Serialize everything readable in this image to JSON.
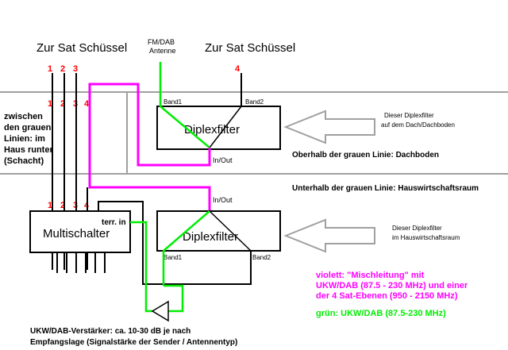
{
  "colors": {
    "number_red": "#ff0000",
    "violet_line": "#ff00ff",
    "green_line": "#00ee00",
    "grey_line": "#a0a0a0",
    "black": "#000000"
  },
  "top_labels": {
    "sat_dish_left": "Zur Sat Schüssel",
    "sat_dish_right": "Zur Sat Schüssel",
    "fm_dab_line1": "FM/DAB",
    "fm_dab_line2": "Antenne"
  },
  "cable_numbers": {
    "top_row": [
      "1",
      "2",
      "3"
    ],
    "right_top": "4",
    "middle_row": [
      "1",
      "2",
      "3",
      "4"
    ],
    "lower_row": [
      "1",
      "2",
      "3",
      "4"
    ]
  },
  "left_note": {
    "lines": [
      "zwischen",
      "den grauen",
      "Linien: im",
      "Haus runter",
      "(Schacht)"
    ]
  },
  "upper_diplexfilter": {
    "title": "Diplexfilter",
    "band1": "Band1",
    "band2": "Band2",
    "in_out": "In/Out"
  },
  "lower_diplexfilter": {
    "title": "Diplexfilter",
    "band1": "Band1",
    "band2": "Band2",
    "in_out": "In/Out"
  },
  "upper_note": {
    "lines": [
      "Dieser Diplexfilter",
      "auf dem Dach/Dachboden"
    ]
  },
  "lower_note": {
    "lines": [
      "Dieser Diplexfilter",
      "im Hauswirtschaftsraum"
    ]
  },
  "zone_labels": {
    "above": "Oberhalb der grauen Linie: Dachboden",
    "below": "Unterhalb der grauen Linie: Hauswirtschaftsraum"
  },
  "multischalter": {
    "title": "Multischalter",
    "terr_in": "terr. in"
  },
  "legend": {
    "violet_lines": [
      "violett: \"Mischleitung\" mit",
      "UKW/DAB (87.5 - 230 MHz) und einer",
      "der 4 Sat-Ebenen (950 - 2150 MHz)"
    ],
    "green": "grün: UKW/DAB (87.5-230 MHz)"
  },
  "amplifier_note": {
    "lines": [
      "UKW/DAB-Verstärker: ca. 10-30 dB je nach",
      "Empfangslage (Signalstärke der Sender / Antennentyp)"
    ]
  }
}
